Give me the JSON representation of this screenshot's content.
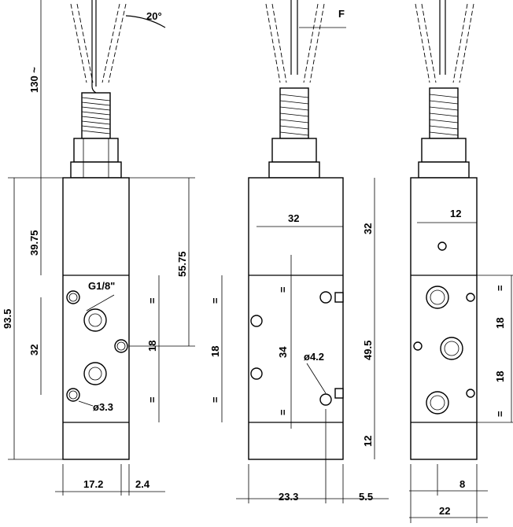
{
  "labels": {
    "angle": "20°",
    "force": "F",
    "cable_length": "130 ~",
    "upper_height": "39.75",
    "total_height": "93.5",
    "port_pitch_left": "32",
    "switch_height": "55.75",
    "port_thread": "G1/8\"",
    "mount_hole": "ø3.3",
    "eq": "=",
    "left_port_spacing": "18",
    "width_left": "17.2",
    "offset_left": "2.4",
    "mid_width": "32",
    "mid_hole_pitch": "34",
    "mid_hole_dia": "ø4.2",
    "mid_side": "18",
    "mid_upper": "32",
    "mid_body": "49.5",
    "mid_bottom": "12",
    "mid_bottom_width": "23.3",
    "mid_bottom_offset": "5.5",
    "right_top": "12",
    "right_spacing_a": "18",
    "right_spacing_b": "18",
    "right_bottom_a": "8",
    "right_bottom_b": "22"
  }
}
